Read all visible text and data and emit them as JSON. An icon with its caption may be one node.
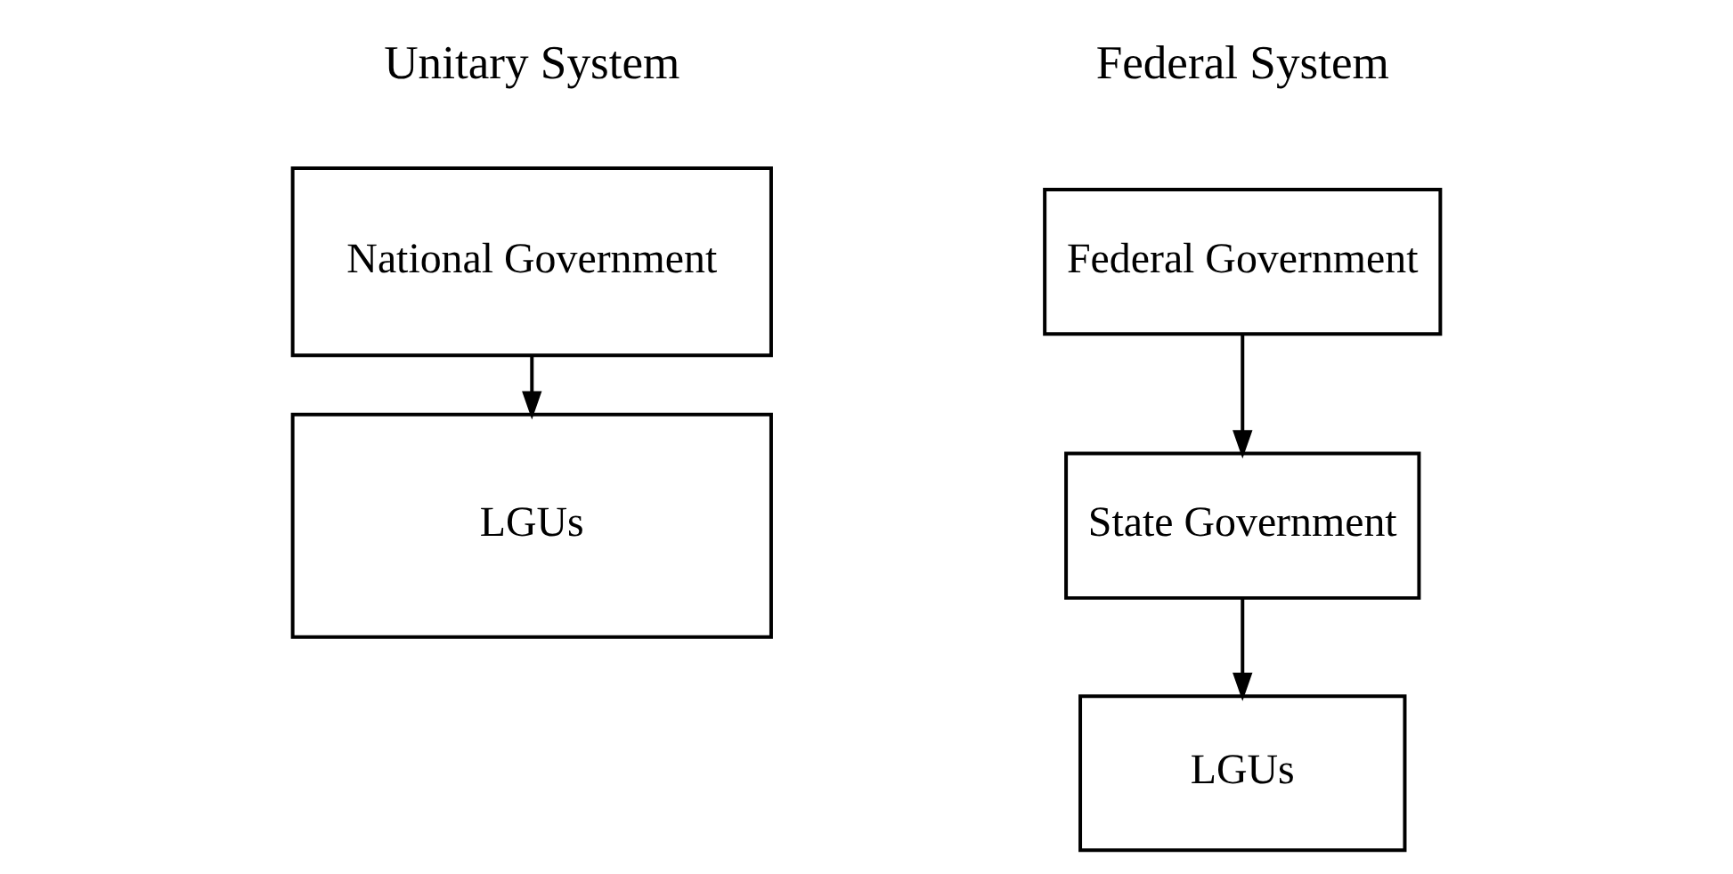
{
  "diagram": {
    "nodes": [
      {
        "text": [
          "National Government"
        ]
      },
      {
        "text": [
          "LGUs"
        ]
      },
      {
        "text": [
          "Federal Government"
        ]
      },
      {
        "text": [
          "State Government"
        ]
      },
      {
        "text": [
          "LGUs"
        ]
      }
    ],
    "edges": [
      {
        "from": 0,
        "to": 1,
        "arrow": "to"
      },
      {
        "from": 2,
        "to": 3,
        "arrow": "to"
      },
      {
        "from": 3,
        "to": 4,
        "arrow": "to"
      }
    ],
    "labels": [
      "Unitary System",
      "Federal System"
    ]
  }
}
